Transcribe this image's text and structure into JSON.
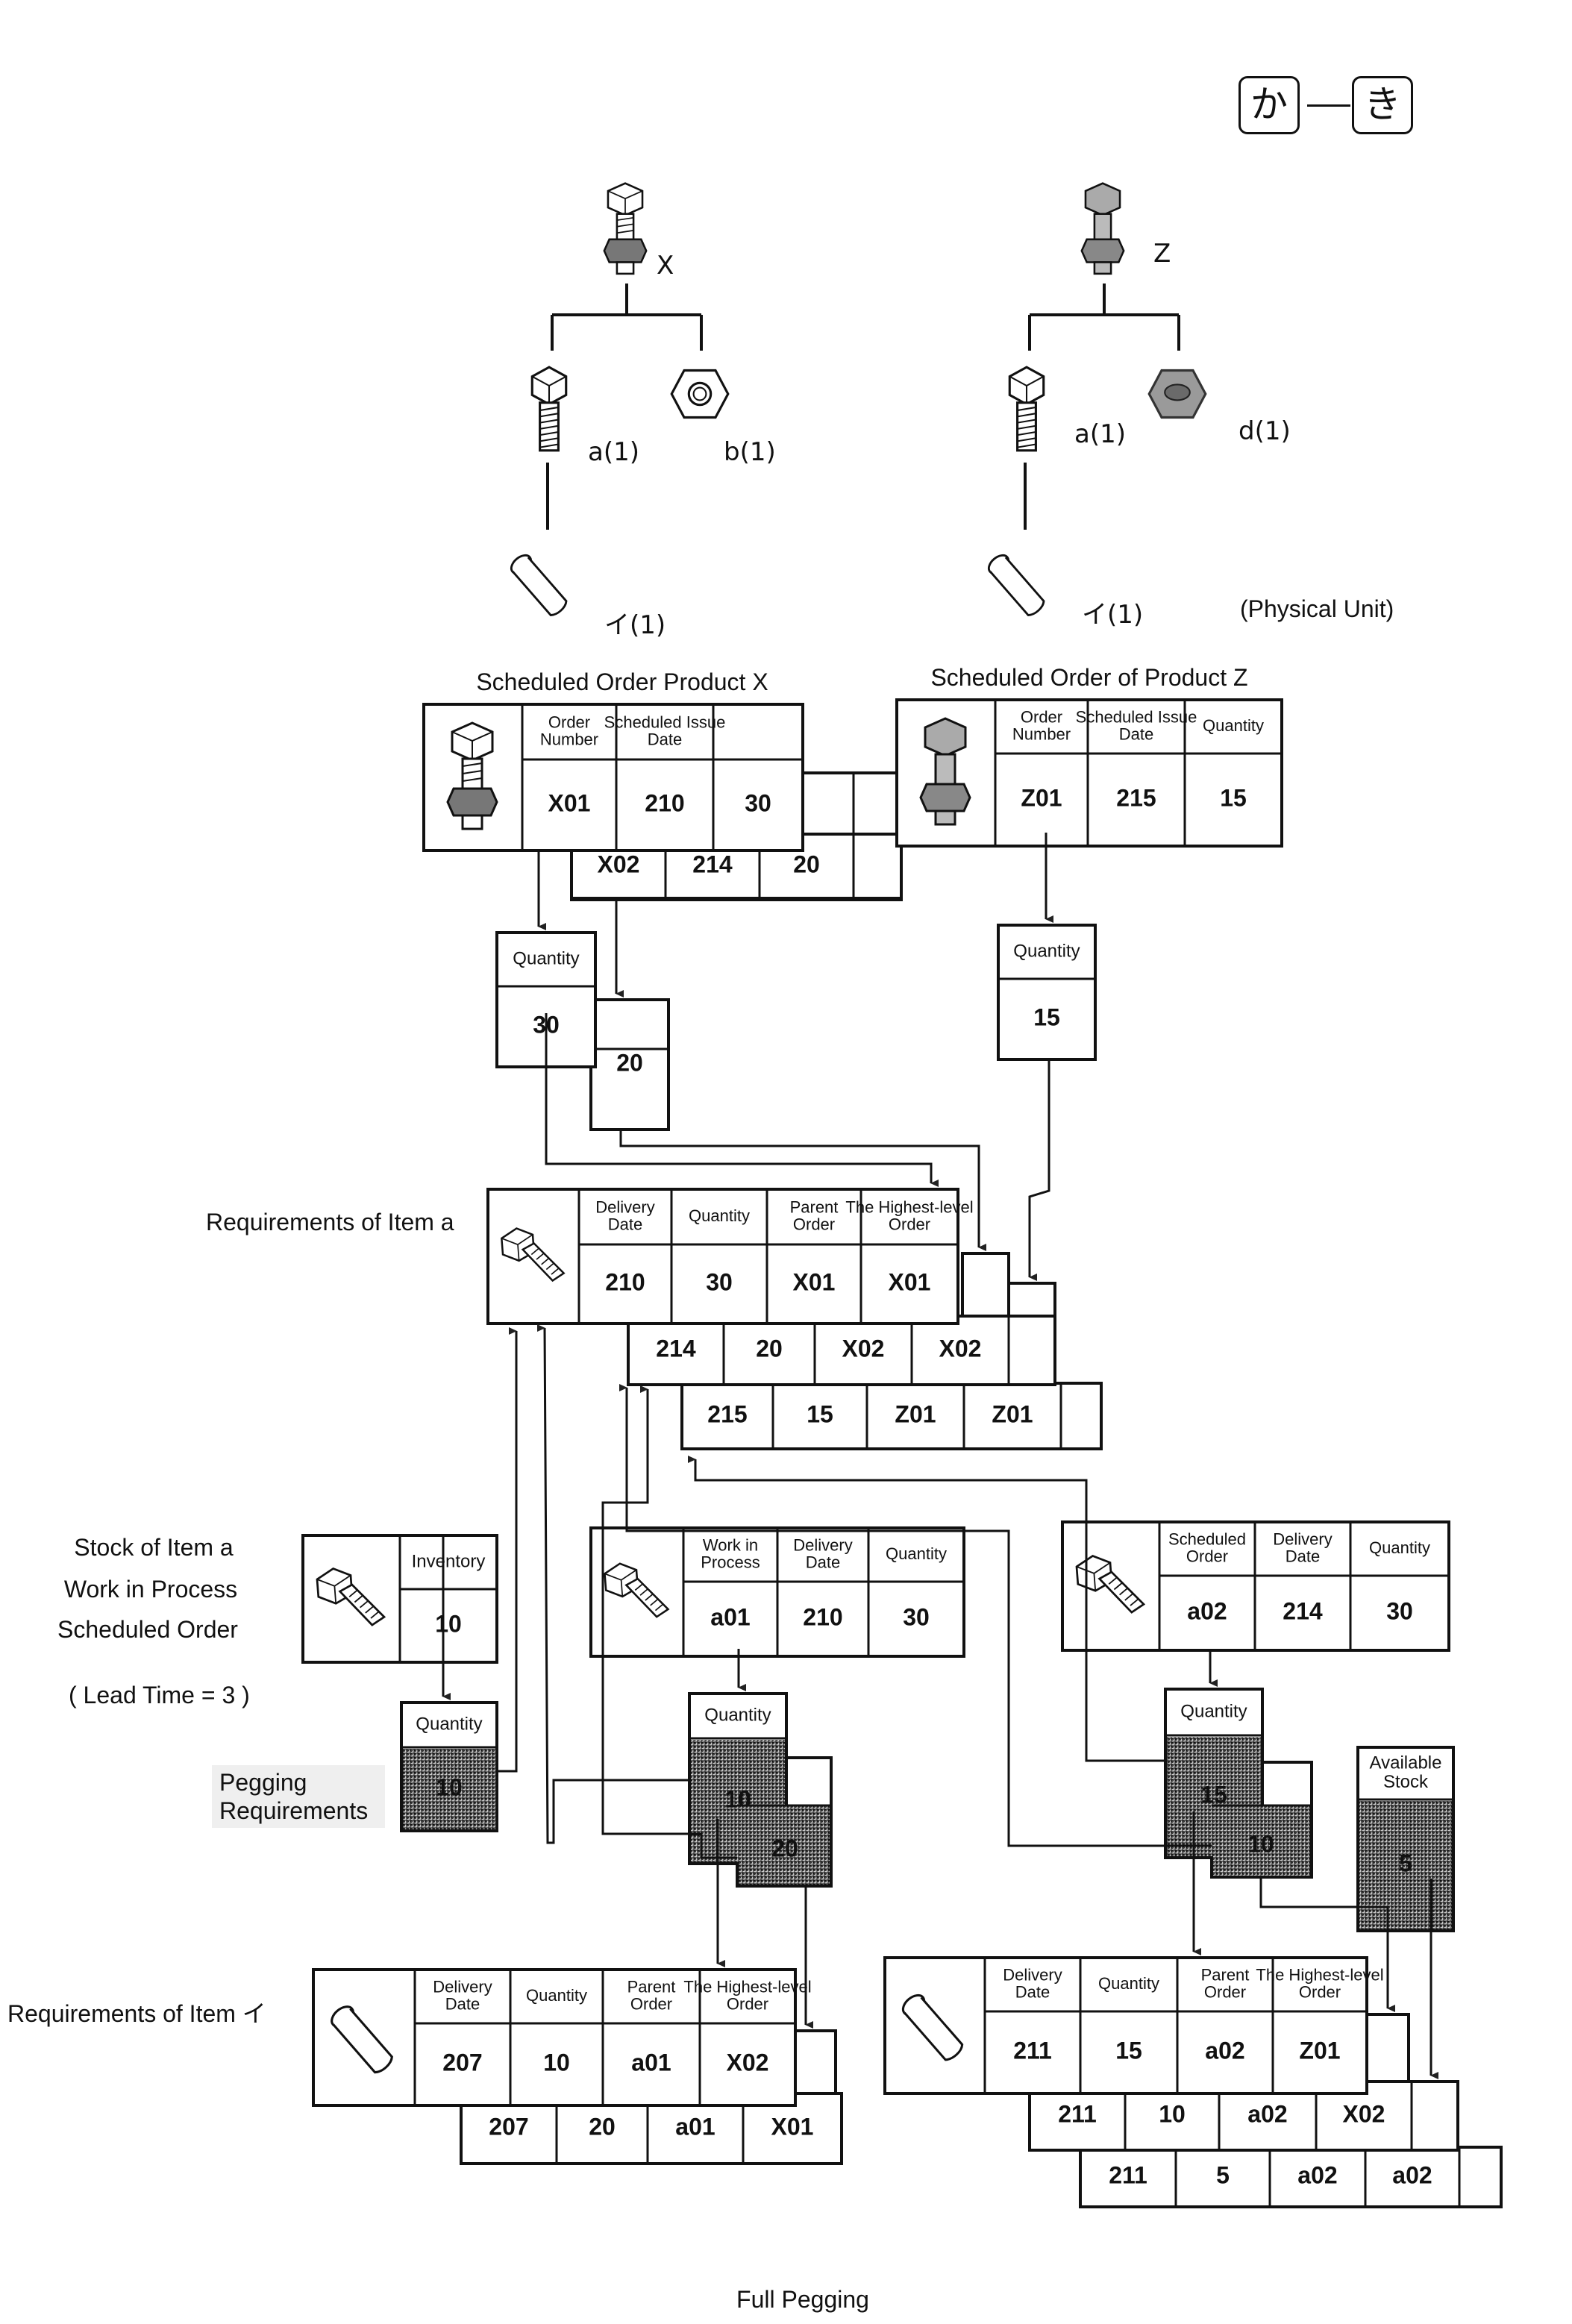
{
  "corner_marks": [
    "か",
    "き"
  ],
  "caption": "Full Pegging",
  "physical_unit_note": "(Physical Unit)",
  "tree_x": {
    "root": "X",
    "child_a": "a(1)",
    "child_b": "b(1)",
    "grandchild": "イ(1)"
  },
  "tree_z": {
    "root": "Z",
    "child_a": "a(1)",
    "child_d": "d(1)",
    "grandchild": "イ(1)"
  },
  "product_x_orders": {
    "title": "Scheduled Order Product X",
    "headers": [
      "Order Number",
      "Scheduled Issue Date",
      ""
    ],
    "rows": [
      [
        "X01",
        "210",
        "30"
      ],
      [
        "X02",
        "214",
        "20"
      ]
    ]
  },
  "product_z_orders": {
    "title": "Scheduled Order of Product Z",
    "headers": [
      "Order Number",
      "Scheduled Issue Date",
      "Quantity"
    ],
    "rows": [
      [
        "Z01",
        "215",
        "15"
      ]
    ]
  },
  "x_quantity_boxes": {
    "header": "Quantity",
    "values": [
      "30",
      "20"
    ]
  },
  "z_quantity_box": {
    "header": "Quantity",
    "value": "15"
  },
  "item_a_requirements": {
    "title": "Requirements of Item a",
    "headers": [
      "Delivery Date",
      "Quantity",
      "Parent Order",
      "The Highest-level Order"
    ],
    "rows": [
      [
        "210",
        "30",
        "X01",
        "X01"
      ],
      [
        "214",
        "20",
        "X02",
        "X02"
      ],
      [
        "215",
        "15",
        "Z01",
        "Z01"
      ]
    ]
  },
  "stock_labels": [
    "Stock of Item a",
    "Work in Process",
    "Scheduled Order",
    "( Lead Time = 3 )"
  ],
  "inventory": {
    "header": "Inventory",
    "value": "10"
  },
  "work_in_process": {
    "headers": [
      "Work in Process",
      "Delivery Date",
      "Quantity"
    ],
    "row": [
      "a01",
      "210",
      "30"
    ]
  },
  "scheduled_order_a": {
    "headers": [
      "Scheduled Order",
      "Delivery Date",
      "Quantity"
    ],
    "row": [
      "a02",
      "214",
      "30"
    ]
  },
  "pegging": {
    "label": "Pegging Requirements",
    "inventory_qty": {
      "header": "Quantity",
      "value": "10"
    },
    "wip_qty": {
      "header": "Quantity",
      "values": [
        "10",
        "20"
      ]
    },
    "so_qty": {
      "header": "Quantity",
      "values": [
        "15",
        "10"
      ]
    },
    "available_stock": {
      "header": "Available Stock",
      "value": "5"
    }
  },
  "item_i_requirements_left": {
    "title": "Requirements of Item イ",
    "headers": [
      "Delivery Date",
      "Quantity",
      "Parent Order",
      "The Highest-level Order"
    ],
    "rows": [
      [
        "207",
        "10",
        "a01",
        "X02"
      ],
      [
        "207",
        "20",
        "a01",
        "X01"
      ]
    ]
  },
  "item_i_requirements_right": {
    "headers": [
      "Delivery Date",
      "Quantity",
      "Parent Order",
      "The Highest-level Order"
    ],
    "rows": [
      [
        "211",
        "15",
        "a02",
        "Z01"
      ],
      [
        "211",
        "10",
        "a02",
        "X02"
      ],
      [
        "211",
        "5",
        "a02",
        "a02"
      ]
    ]
  }
}
